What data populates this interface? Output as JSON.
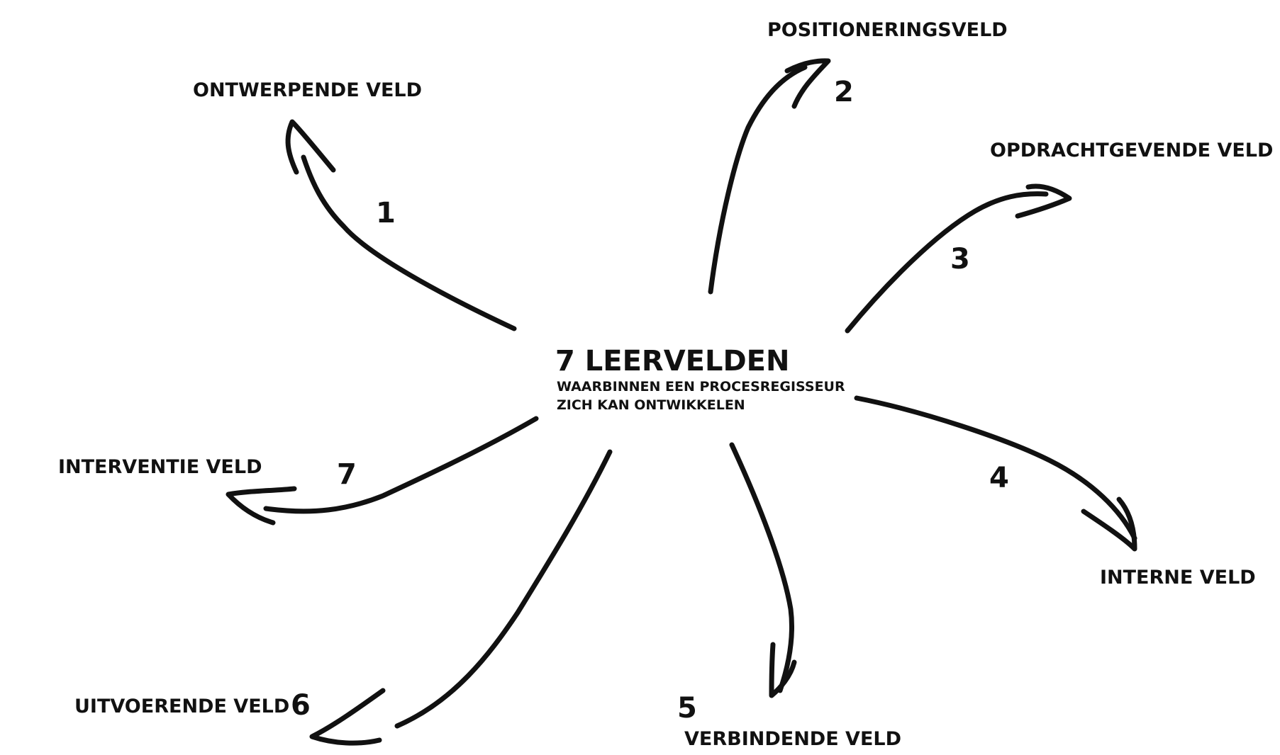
{
  "center": {
    "title": "7 LEERVELDEN",
    "subtitle_line1": "WAARBINNEN EEN PROCESREGISSEUR",
    "subtitle_line2": "ZICH KAN ONTWIKKELEN"
  },
  "fields": [
    {
      "number": "1",
      "label": "ONTWERPENDE VELD"
    },
    {
      "number": "2",
      "label": "POSITIONERINGSVELD"
    },
    {
      "number": "3",
      "label": "OPDRACHTGEVENDE VELD"
    },
    {
      "number": "4",
      "label": "INTERNE VELD"
    },
    {
      "number": "5",
      "label": "VERBINDENDE VELD"
    },
    {
      "number": "6",
      "label": "UITVOERENDE VELD"
    },
    {
      "number": "7",
      "label": "INTERVENTIE VELD"
    }
  ],
  "colors": {
    "ink": "#111111",
    "background": "#ffffff"
  }
}
